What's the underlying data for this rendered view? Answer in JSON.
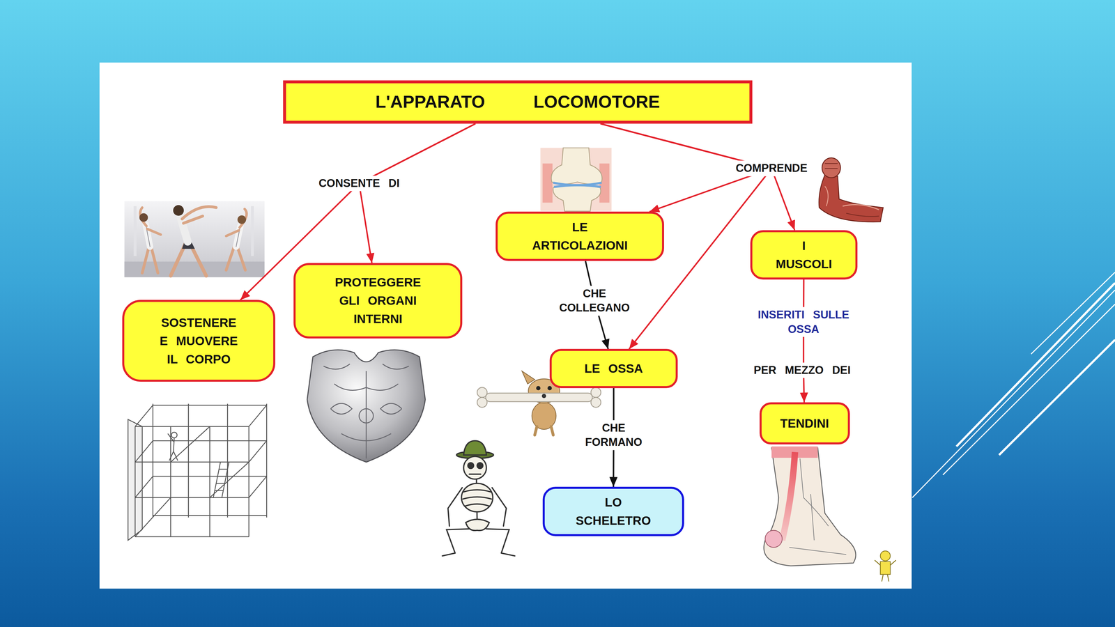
{
  "diagram": {
    "nodes": [
      {
        "text": [
          "L'APPARATO LOCOMOTORE"
        ]
      },
      {
        "text": [
          "SOSTENERE E MUOVERE IL CORPO"
        ]
      },
      {
        "text": [
          "PROTEGGERE GLI ORGANI INTERNI"
        ]
      },
      {
        "text": [
          "LE ARTICOLAZIONI"
        ]
      },
      {
        "text": [
          "I MUSCOLI"
        ]
      },
      {
        "text": [
          "LE OSSA"
        ]
      },
      {
        "text": [
          "TENDINI"
        ]
      },
      {
        "text": [
          "LO SCHELETRO"
        ]
      }
    ],
    "edges": [
      {
        "from": 0,
        "to": 1,
        "label": "CONSENTE DI",
        "arrow": "to"
      },
      {
        "from": 0,
        "to": 2,
        "arrow": "to"
      },
      {
        "from": 0,
        "to": 3,
        "label": "COMPRENDE",
        "arrow": "to"
      },
      {
        "from": 0,
        "to": 5,
        "arrow": "to"
      },
      {
        "from": 0,
        "to": 4,
        "arrow": "to"
      },
      {
        "from": 3,
        "to": 5,
        "label": "CHE COLLEGANO",
        "arrow": "to"
      },
      {
        "from": 5,
        "to": 7,
        "label": "CHE FORMANO",
        "arrow": "to"
      },
      {
        "from": 4,
        "to": 6,
        "label": "INSERITI SULLE OSSA",
        "arrow": "to"
      }
    ],
    "labels": [
      "PER MEZZO DEI"
    ]
  }
}
